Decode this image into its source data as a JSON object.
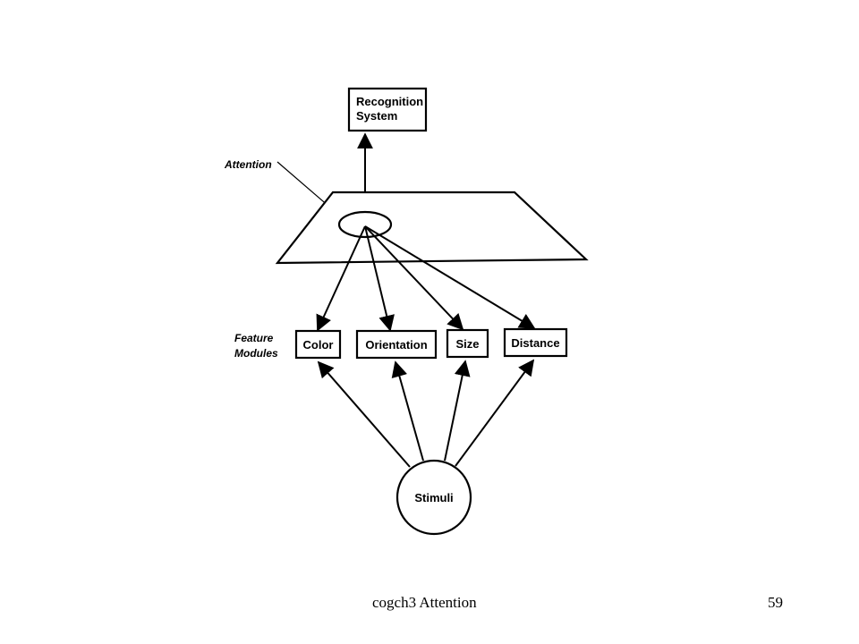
{
  "diagram": {
    "recognition_line1": "Recognition",
    "recognition_line2": "System",
    "attention_label": "Attention",
    "feature_label_line1": "Feature",
    "feature_label_line2": "Modules",
    "modules": [
      "Color",
      "Orientation",
      "Size",
      "Distance"
    ],
    "stimuli_label": "Stimuli"
  },
  "footer": {
    "title": "cogch3 Attention",
    "page_number": "59"
  }
}
